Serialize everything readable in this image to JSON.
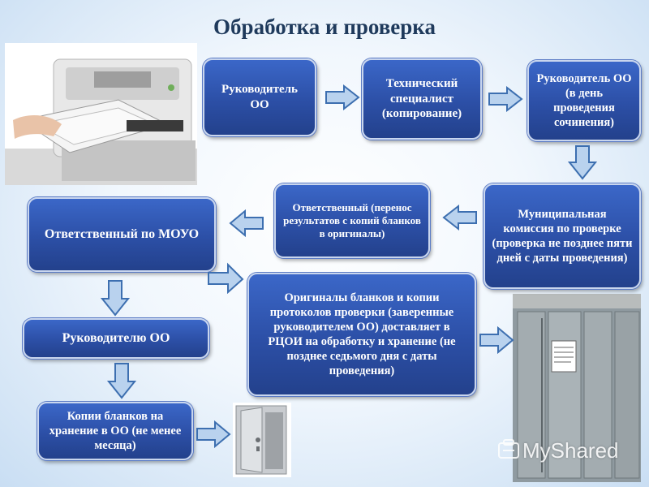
{
  "title": "Обработка и проверка",
  "boxes": {
    "b1": "Руководитель ОО",
    "b2": "Технический специалист (копирование)",
    "b3": "Руководитель ОО (в день проведения сочинения)",
    "b4": "Муниципальная комиссия по проверке (проверка не позднее пяти дней с даты проведения)",
    "b5": "Ответственный (перенос результатов с копий бланков в оригиналы)",
    "b6": "Ответственный по МОУО",
    "b7": "Оригиналы бланков и копии протоколов проверки (заверенные руководителем ОО) доставляет в РЦОИ на обработку и хранение (не позднее седьмого дня с даты проведения)",
    "b8": "Руководителю ОО",
    "b9": "Копии бланков на хранение в ОО (не менее месяца)"
  },
  "watermark": "MyShared",
  "colors": {
    "box_fill": "#2c4fa6",
    "box_border": "#c9d6ee",
    "title": "#1f3a5c",
    "arrow_fill": "#b9d2ee",
    "arrow_stroke": "#3d6fb0"
  }
}
